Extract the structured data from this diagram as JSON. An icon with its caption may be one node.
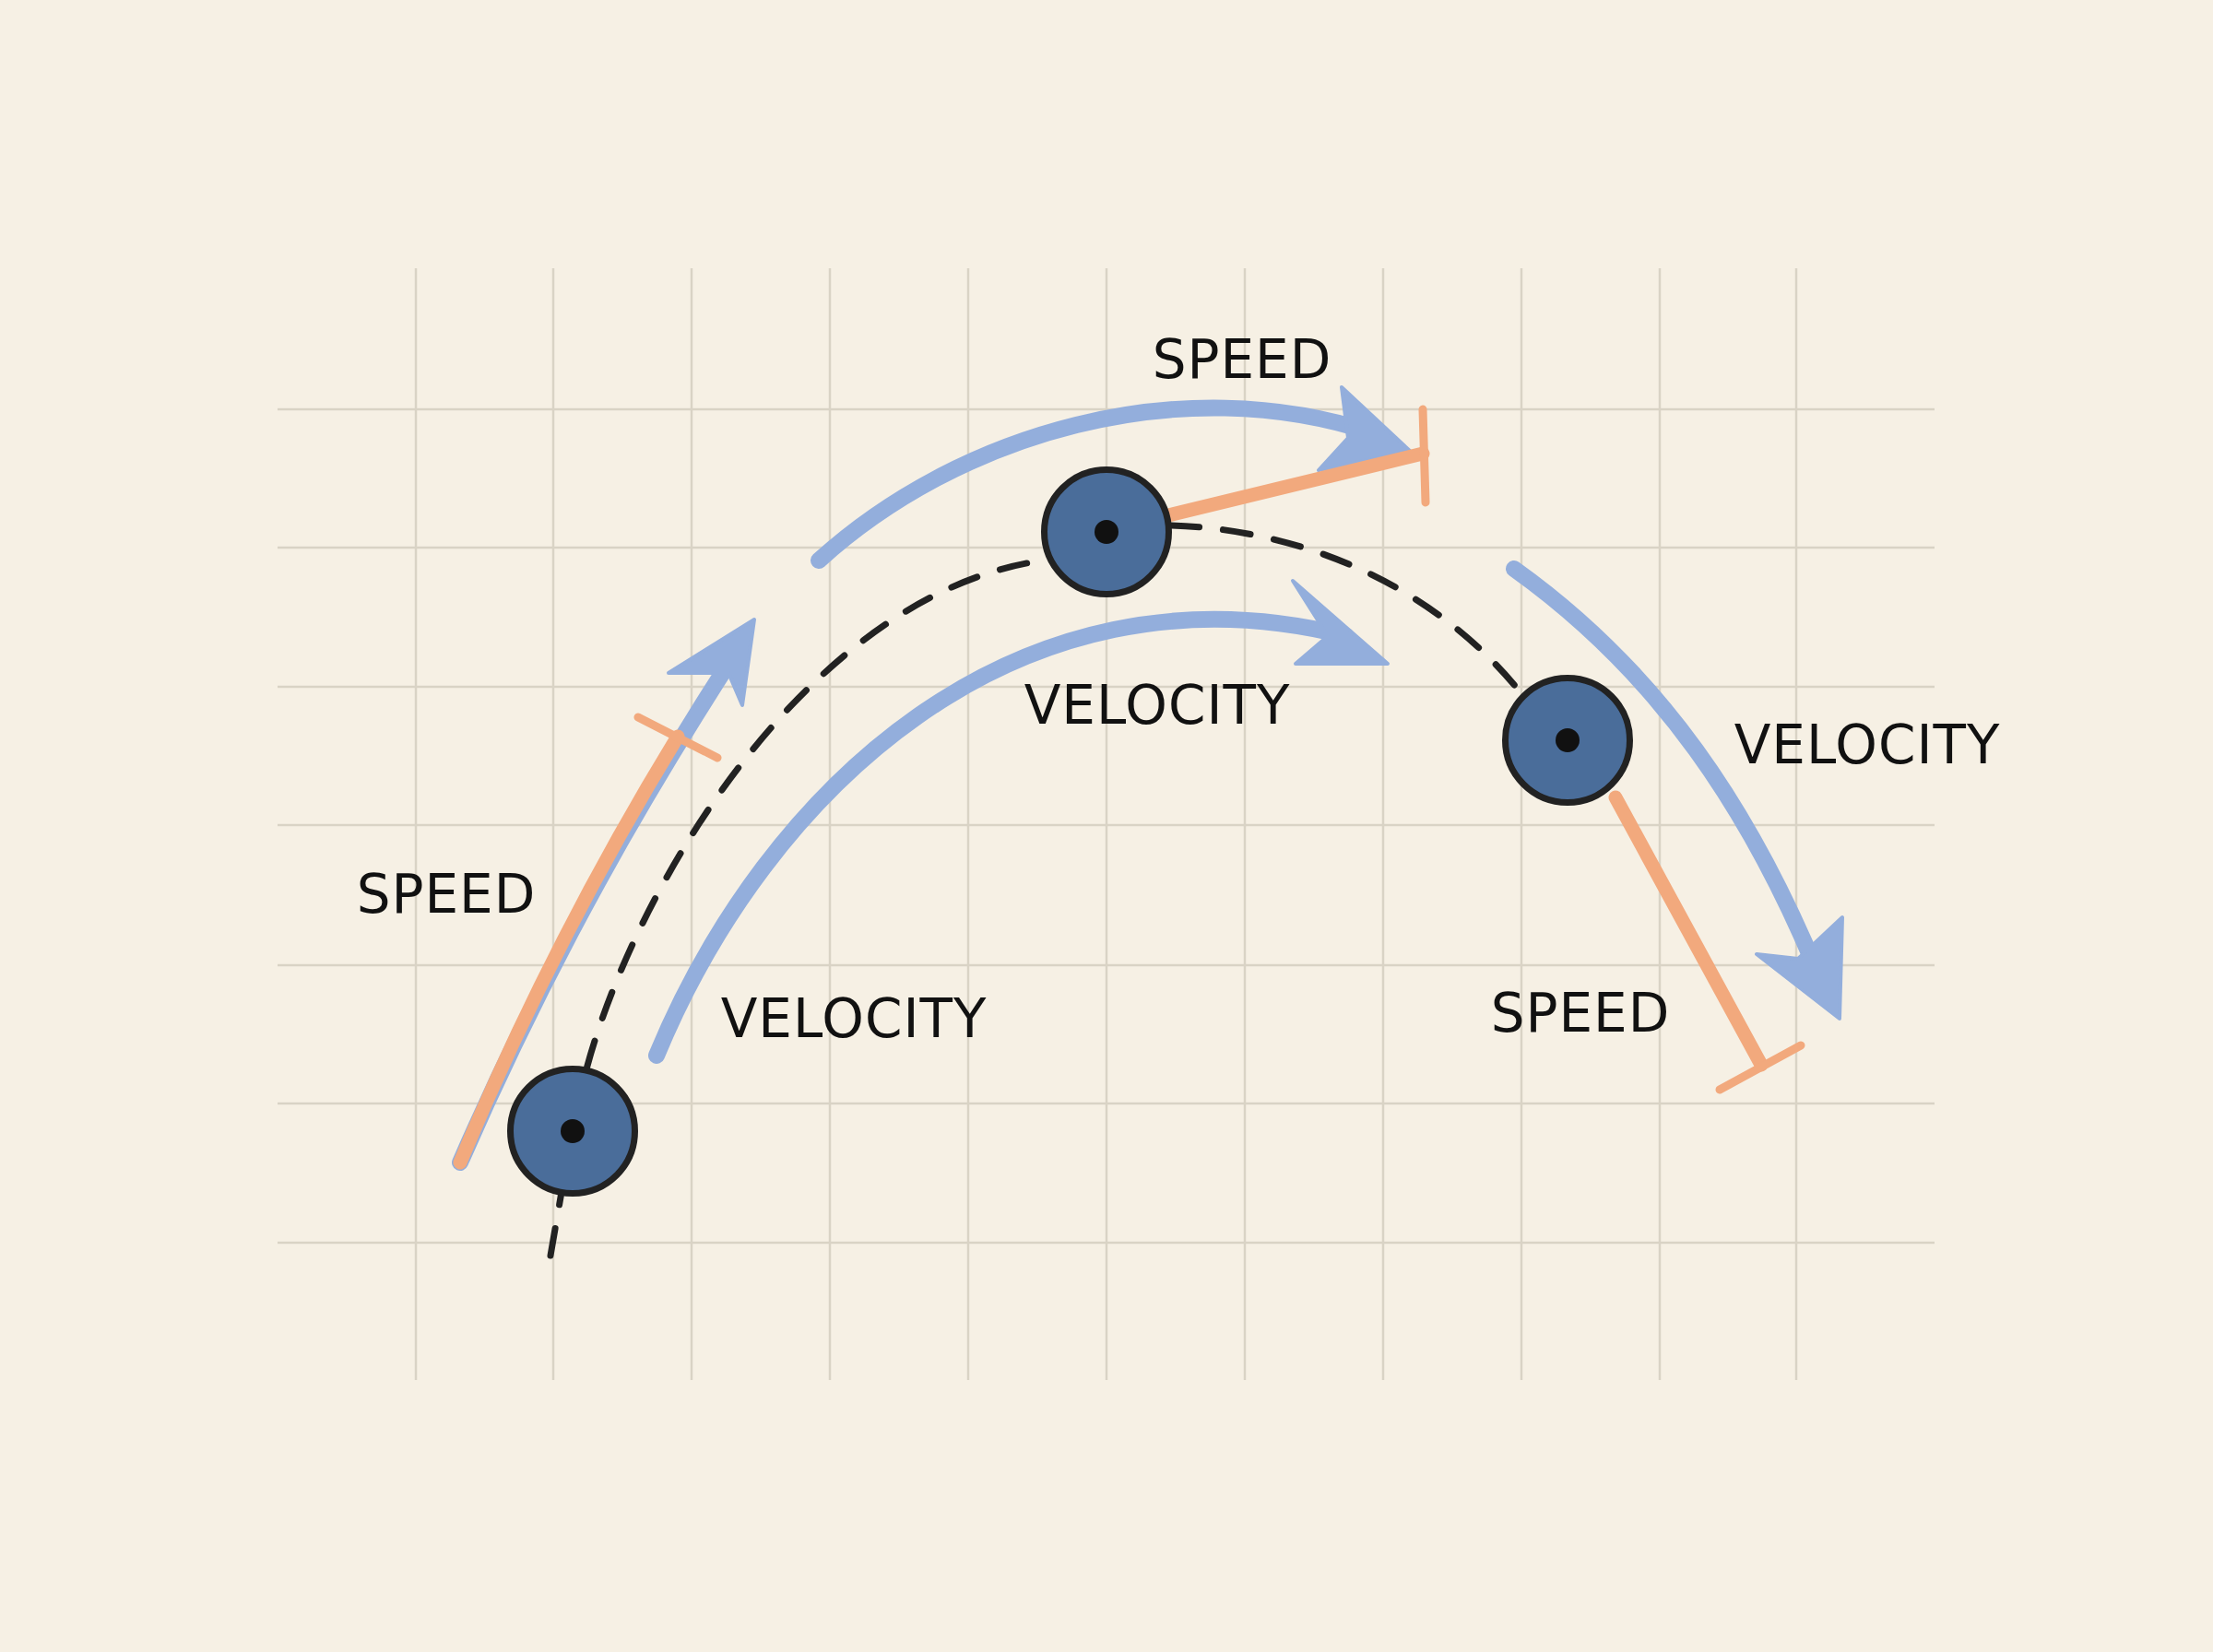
{
  "diagram": {
    "nodes": [
      {
        "text": [],
        "shape": "circle"
      },
      {
        "text": [],
        "shape": "circle"
      },
      {
        "text": [],
        "shape": "circle"
      }
    ],
    "edges": [
      {
        "from": null,
        "to": 0,
        "arrow": "none",
        "style": "dashed"
      },
      {
        "from": 0,
        "to": 1,
        "arrow": "none",
        "style": "dashed"
      },
      {
        "from": 1,
        "to": 2,
        "arrow": "none",
        "style": "dashed"
      }
    ],
    "labels": [
      "SPEED",
      "VELOCITY",
      "VELOCITY",
      "SPEED",
      "VELOCITY",
      "SPEED"
    ]
  }
}
